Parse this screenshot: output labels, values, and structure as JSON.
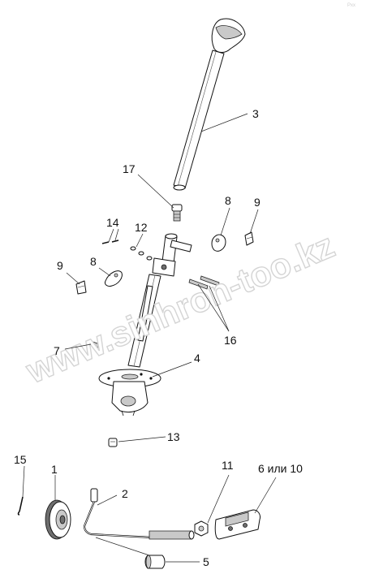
{
  "watermark": "www.sinhron-too.kz",
  "corner_mark": "Pxx",
  "labels": {
    "l1": "1",
    "l2": "2",
    "l3": "3",
    "l4": "4",
    "l5": "5",
    "l6": "6 или 10",
    "l7": "7",
    "l8a": "8",
    "l8b": "8",
    "l9a": "9",
    "l9b": "9",
    "l11": "11",
    "l12": "12",
    "l13": "13",
    "l14": "14",
    "l15": "15",
    "l16": "16",
    "l17": "17"
  }
}
